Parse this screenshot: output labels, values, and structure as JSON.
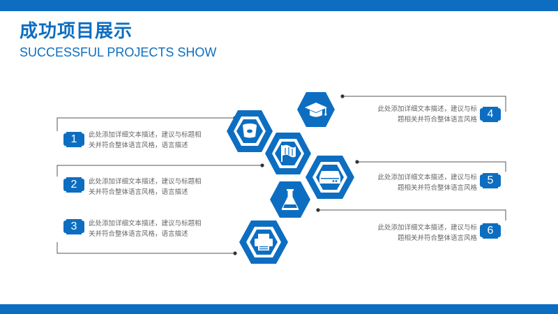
{
  "header": {
    "title": "成功项目展示",
    "subtitle": "SUCCESSFUL PROJECTS SHOW"
  },
  "colors": {
    "accent": "#0d6ec1",
    "line": "#555555",
    "text": "#666666"
  },
  "items": [
    {
      "number": "1",
      "description": "此处添加详细文本描述，建议与标题相关并符合整体语言风格，语言描述"
    },
    {
      "number": "2",
      "description": "此处添加详细文本描述，建议与标题相关并符合整体语言风格，语言描述"
    },
    {
      "number": "3",
      "description": "此处添加详细文本描述，建议与标题相关并符合整体语言风格，语言描述"
    },
    {
      "number": "4",
      "description": "此处添加详细文本描述，建议与标题相关并符合整体语言风格"
    },
    {
      "number": "5",
      "description": "此处添加详细文本描述，建议与标题相关并符合整体语言风格"
    },
    {
      "number": "6",
      "description": "此处添加详细文本描述，建议与标题相关并符合整体语言风格"
    }
  ],
  "icons": [
    "graduation-cap-icon",
    "bucket-icon",
    "flag-icon",
    "hard-drive-icon",
    "flask-icon",
    "printer-icon"
  ]
}
